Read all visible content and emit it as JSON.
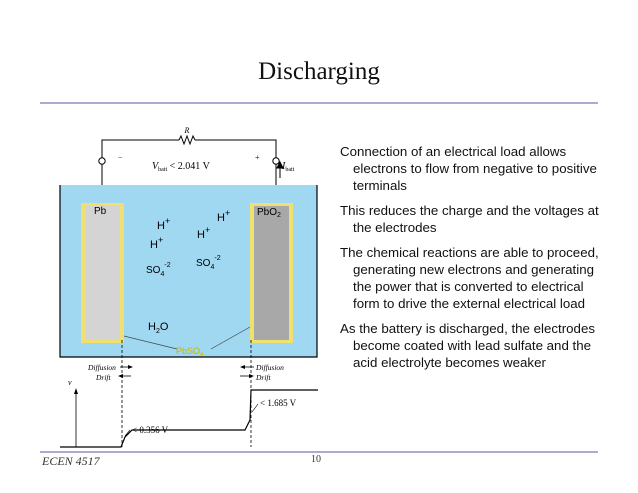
{
  "slide": {
    "title": "Discharging",
    "footer_course": "ECEN 4517",
    "page_number": "10"
  },
  "diagram": {
    "resistor_label": "R",
    "minus_sign": "−",
    "plus_sign": "+",
    "vbatt_main": "V",
    "vbatt_sub": "batt",
    "vbatt_value": " < 2.041 V",
    "ibatt_main": "I",
    "ibatt_sub": "batt",
    "pb_label": "Pb",
    "pbo2_label": "PbO",
    "pbo2_sub": "2",
    "h_label": "H",
    "h_sup": "+",
    "so4_label": "SO",
    "so4_sub": "4",
    "so4_sup": "-2",
    "h2o_label": "H",
    "h2o_sub": "2",
    "h2o_o": "O",
    "pbso4_label": "PbSO",
    "pbso4_sub": "4",
    "diffusion": "Diffusion",
    "drift": "Drift",
    "axis_v": "v",
    "v_left": "< 0.356 V",
    "v_right": "< 1.685 V"
  },
  "bullets": [
    "Connection of an electrical load allows electrons to flow from negative to positive terminals",
    "This reduces the charge and the voltages at the electrodes",
    "The chemical reactions are able to proceed, generating new electrons and generating the power that is converted to electrical form to drive the external electrical load",
    "As the battery is discharged, the electrodes become coated with lead sulfate and the acid electrolyte becomes weaker"
  ],
  "colors": {
    "electrolyte": "#9fd8f0",
    "pb_electrode": "#d4d4d4",
    "pbo2_electrode": "#a8a8a8",
    "pbso4_coating": "#f0e070",
    "pbso4_text": "#c8b400",
    "rule": "#b3a8cf"
  }
}
